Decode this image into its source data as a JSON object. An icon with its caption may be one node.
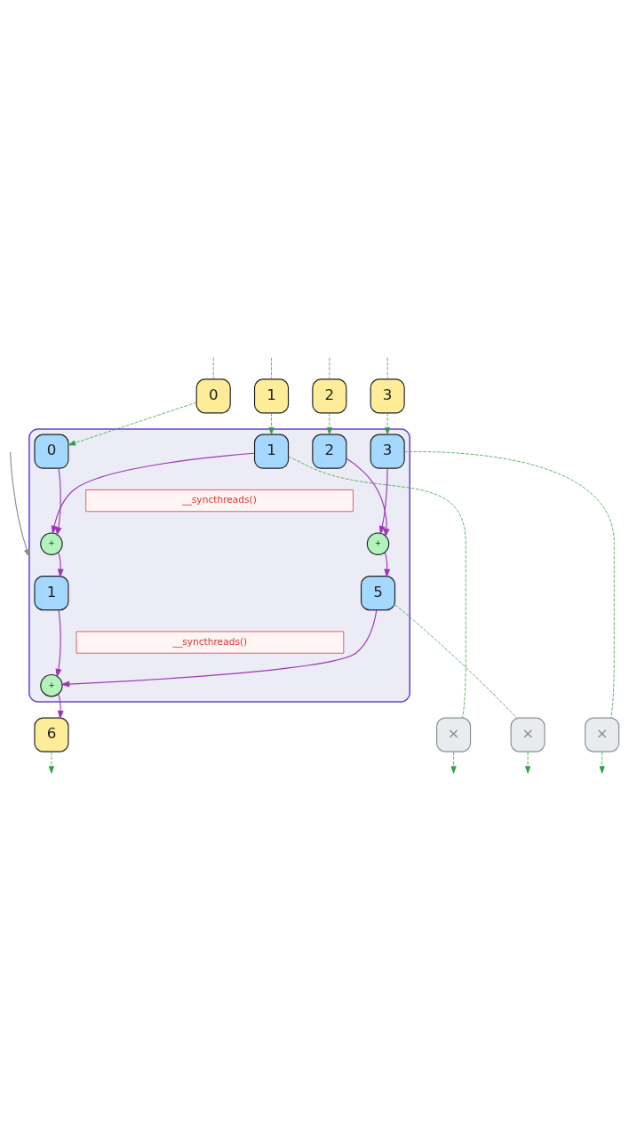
{
  "diagram": {
    "nodes": [
      {
        "text": [
          "0"
        ]
      },
      {
        "text": [
          "1"
        ]
      },
      {
        "text": [
          "2"
        ]
      },
      {
        "text": [
          "3"
        ]
      },
      {
        "text": [],
        "shape": "box"
      },
      {
        "text": [
          "0"
        ],
        "in": 4
      },
      {
        "text": [
          "1"
        ],
        "in": 4
      },
      {
        "text": [
          "2"
        ],
        "in": 4
      },
      {
        "text": [
          "3"
        ],
        "in": 4
      },
      {
        "text": [
          "__syncthreads()"
        ],
        "in": 4
      },
      {
        "text": [
          "+"
        ],
        "in": 4
      },
      {
        "text": [
          "+"
        ],
        "in": 4
      },
      {
        "text": [
          "1"
        ],
        "in": 4
      },
      {
        "text": [
          "5"
        ],
        "in": 4
      },
      {
        "text": [
          "__syncthreads()"
        ],
        "in": 4
      },
      {
        "text": [
          "+"
        ],
        "in": 4
      },
      {
        "text": [
          "6"
        ]
      },
      {
        "text": [
          "×"
        ]
      },
      {
        "text": [
          "×"
        ]
      },
      {
        "text": [
          "×"
        ]
      }
    ],
    "edges": [
      {
        "from": null,
        "to": 0,
        "arrow": "none",
        "style": "dashed"
      },
      {
        "from": null,
        "to": 1,
        "arrow": "none",
        "style": "dashed"
      },
      {
        "from": null,
        "to": 2,
        "arrow": "none",
        "style": "dashed"
      },
      {
        "from": null,
        "to": 3,
        "arrow": "none",
        "style": "dashed"
      },
      {
        "from": 0,
        "to": 5,
        "arrow": "to",
        "style": "dashed"
      },
      {
        "from": 1,
        "to": 6,
        "arrow": "to",
        "style": "dashed"
      },
      {
        "from": 2,
        "to": 7,
        "arrow": "to",
        "style": "dashed"
      },
      {
        "from": 3,
        "to": 8,
        "arrow": "to",
        "style": "dashed"
      },
      {
        "from": 5,
        "to": 10,
        "arrow": "to",
        "color": "#9c36b5"
      },
      {
        "from": 6,
        "to": 10,
        "arrow": "to",
        "color": "#9c36b5"
      },
      {
        "from": 7,
        "to": 11,
        "arrow": "to",
        "color": "#9c36b5"
      },
      {
        "from": 8,
        "to": 11,
        "arrow": "to",
        "color": "#9c36b5"
      },
      {
        "from": 10,
        "to": 12,
        "arrow": "to",
        "color": "#9c36b5"
      },
      {
        "from": 11,
        "to": 13,
        "arrow": "to",
        "color": "#9c36b5"
      },
      {
        "from": 12,
        "to": 15,
        "arrow": "to",
        "color": "#9c36b5"
      },
      {
        "from": 13,
        "to": 15,
        "arrow": "to",
        "color": "#9c36b5"
      },
      {
        "from": 15,
        "to": 16,
        "arrow": "to",
        "color": "#9c36b5"
      },
      {
        "from": 6,
        "to": 17,
        "arrow": "none",
        "style": "dashed"
      },
      {
        "from": 13,
        "to": 18,
        "arrow": "none",
        "style": "dashed"
      },
      {
        "from": 8,
        "to": 19,
        "arrow": "none",
        "style": "dashed"
      },
      {
        "from": 16,
        "to": null,
        "arrow": "to",
        "style": "dashed"
      },
      {
        "from": 17,
        "to": null,
        "arrow": "to",
        "style": "dashed"
      },
      {
        "from": 18,
        "to": null,
        "arrow": "to",
        "style": "dashed"
      },
      {
        "from": 19,
        "to": null,
        "arrow": "to",
        "style": "dashed"
      },
      {
        "from": null,
        "to": 4,
        "arrow": "to",
        "color": "#868e96"
      }
    ]
  }
}
